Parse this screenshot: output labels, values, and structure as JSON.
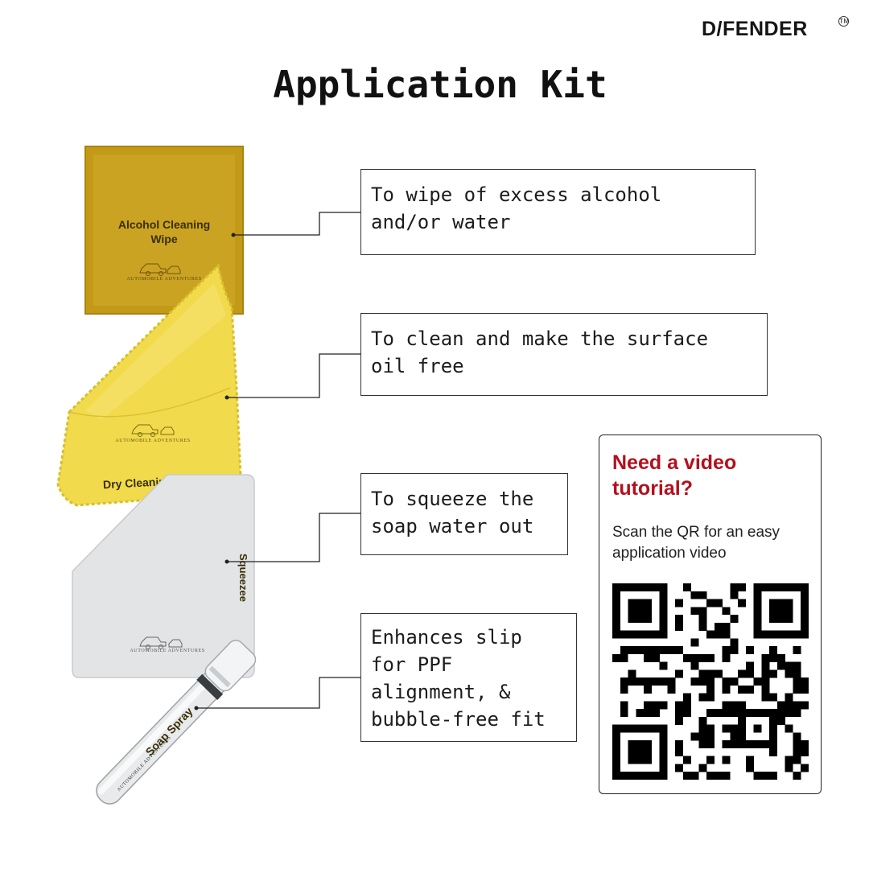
{
  "brand": {
    "logo_text": "D/FENDER",
    "trademark": "TM"
  },
  "title": "Application Kit",
  "products": {
    "alcohol_wipe": {
      "label_line1": "Alcohol Cleaning",
      "label_line2": "Wipe",
      "maker": "AUTOMOBILE ADVENTURES",
      "color": "#c9a21e"
    },
    "dry_wipe": {
      "label": "Dry Cleaning Wipe",
      "maker": "AUTOMOBILE ADVENTURES",
      "color": "#f0d94a"
    },
    "squeegee": {
      "label": "Squeezee",
      "maker": "AUTOMOBILE ADVENTURES",
      "color": "#e4e5e6"
    },
    "soap_spray": {
      "label": "Soap Spray",
      "maker": "AUTOMOBILE ADVENTURES"
    }
  },
  "callouts": [
    {
      "text": "To wipe of excess alcohol\nand/or water"
    },
    {
      "text": "To clean and make the surface\noil free"
    },
    {
      "text": "To squeeze the\nsoap water out"
    },
    {
      "text": "Enhances slip\nfor PPF\nalignment, &\nbubble-free fit"
    }
  ],
  "qr_card": {
    "heading": "Need a video tutorial?",
    "subtext": "Scan the QR for an easy application video",
    "heading_color": "#b3101e"
  }
}
